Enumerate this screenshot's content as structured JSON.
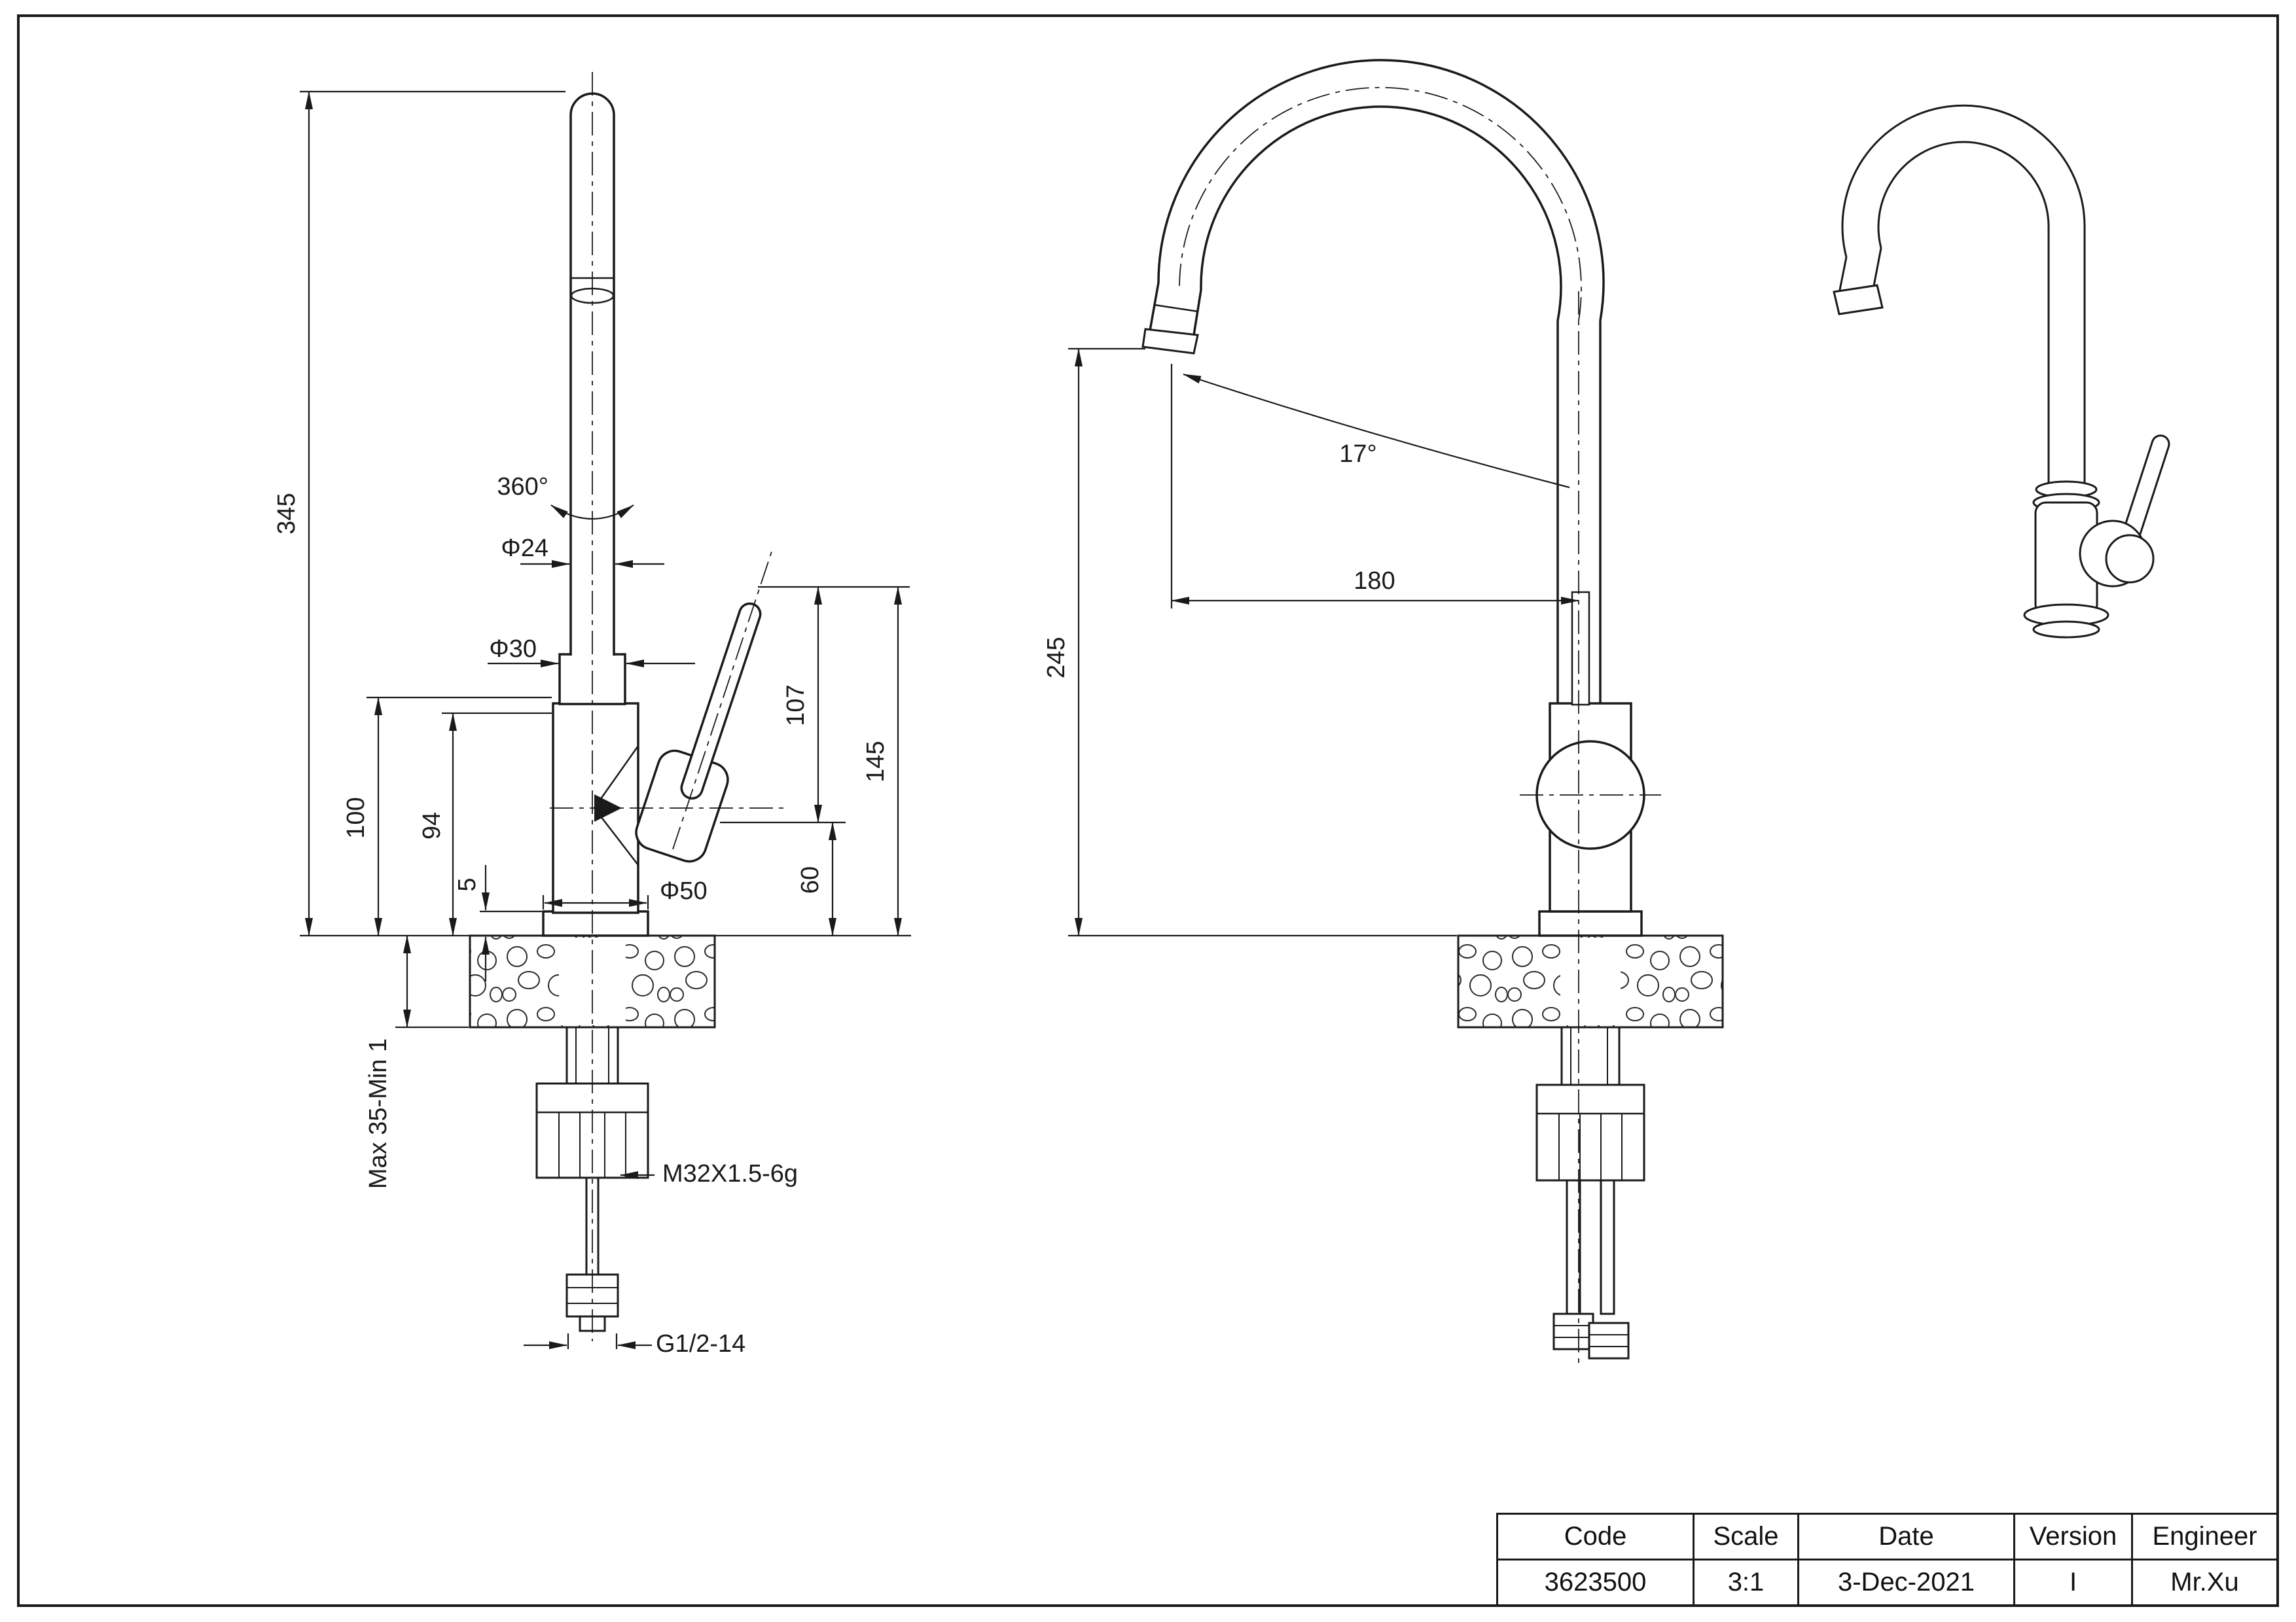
{
  "page": {
    "background": "#ffffff",
    "line_color": "#1a1a1a"
  },
  "views": {
    "side_view": {
      "dims": {
        "overall_height": "345",
        "swivel_angle": "360°",
        "spout_diameter": "Φ24",
        "collar_diameter": "Φ30",
        "body_height_outer": "100",
        "body_height_inner": "94",
        "base_plate_height": "5",
        "base_diameter": "Φ50",
        "handle_length": "107",
        "handle_tip_height": "145",
        "handle_pivot_height": "60",
        "deck_thickness_range": "Max 35-Min 1",
        "shank_thread": "M32X1.5-6g",
        "inlet_thread": "G1/2-14"
      }
    },
    "front_view": {
      "dims": {
        "spout_angle": "17°",
        "spout_reach": "180",
        "spout_height": "245"
      }
    }
  },
  "title_block": {
    "columns": [
      {
        "label": "Code",
        "value": "3623500"
      },
      {
        "label": "Scale",
        "value": "3:1"
      },
      {
        "label": "Date",
        "value": "3-Dec-2021"
      },
      {
        "label": "Version",
        "value": "I"
      },
      {
        "label": "Engineer",
        "value": "Mr.Xu"
      }
    ]
  }
}
